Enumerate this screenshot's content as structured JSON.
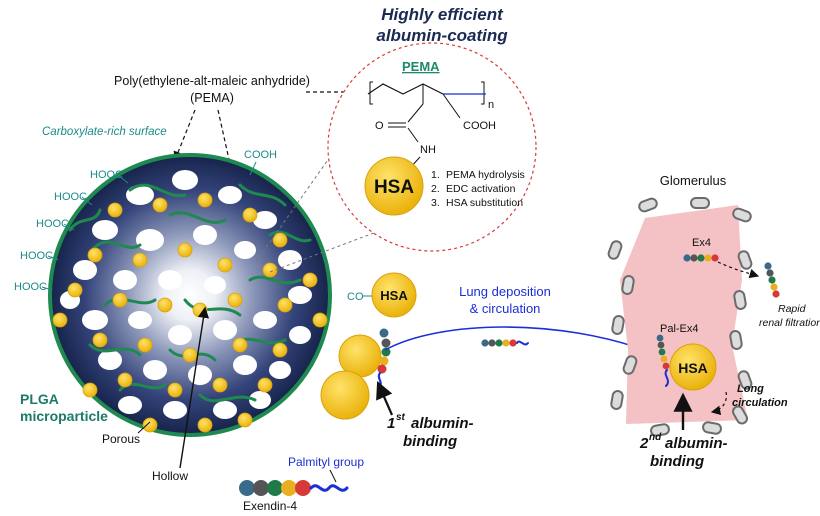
{
  "title": {
    "line1": "Highly efficient",
    "line2": "albumin-coating"
  },
  "pema_callout": {
    "line1": "Poly(ethylene-alt-maleic anhydride)",
    "line2": "(PEMA)"
  },
  "carboxylate_label": "Carboxylate-rich surface",
  "cooh_labels": [
    "COOH",
    "HOOC",
    "HOOC",
    "HOOC",
    "HOOC",
    "HOOC"
  ],
  "co_label": "CO",
  "hsa_label": "HSA",
  "plga_label": {
    "line1": "PLGA",
    "line2": "microparticle"
  },
  "porous_label": "Porous",
  "hollow_label": "Hollow",
  "palmityl_label": "Palmityl group",
  "exendin_label": "Exendin-4",
  "structure": {
    "title": "PEMA",
    "n": "n",
    "o": "O",
    "cooh": "COOH",
    "nh": "NH",
    "steps": [
      "PEMA hydrolysis",
      "EDC activation",
      "HSA substitution"
    ],
    "step_numbers": [
      "1.",
      "2.",
      "3."
    ]
  },
  "lung_label": {
    "line1": "Lung deposition",
    "line2": "& circulation"
  },
  "first_binding": {
    "sup": "st",
    "num": "1",
    "line1": "albumin-",
    "line2": "binding"
  },
  "glomerulus_label": "Glomerulus",
  "ex4_label": "Ex4",
  "rapid_label": {
    "line1": "Rapid",
    "line2": "renal filtration"
  },
  "pal_ex4_label": "Pal-Ex4",
  "long_label": {
    "line1": "Long",
    "line2": "circulation"
  },
  "second_binding": {
    "sup": "nd",
    "num": "2",
    "line1": "albumin-",
    "line2": "binding"
  },
  "colors": {
    "navy": "#1a2a52",
    "gold": "#f2c012",
    "green": "#1e8a50",
    "teal": "#1c8a8a",
    "blue": "#1b2fd6",
    "pink": "#f4c2c4",
    "red_dash": "#d93a3a"
  }
}
